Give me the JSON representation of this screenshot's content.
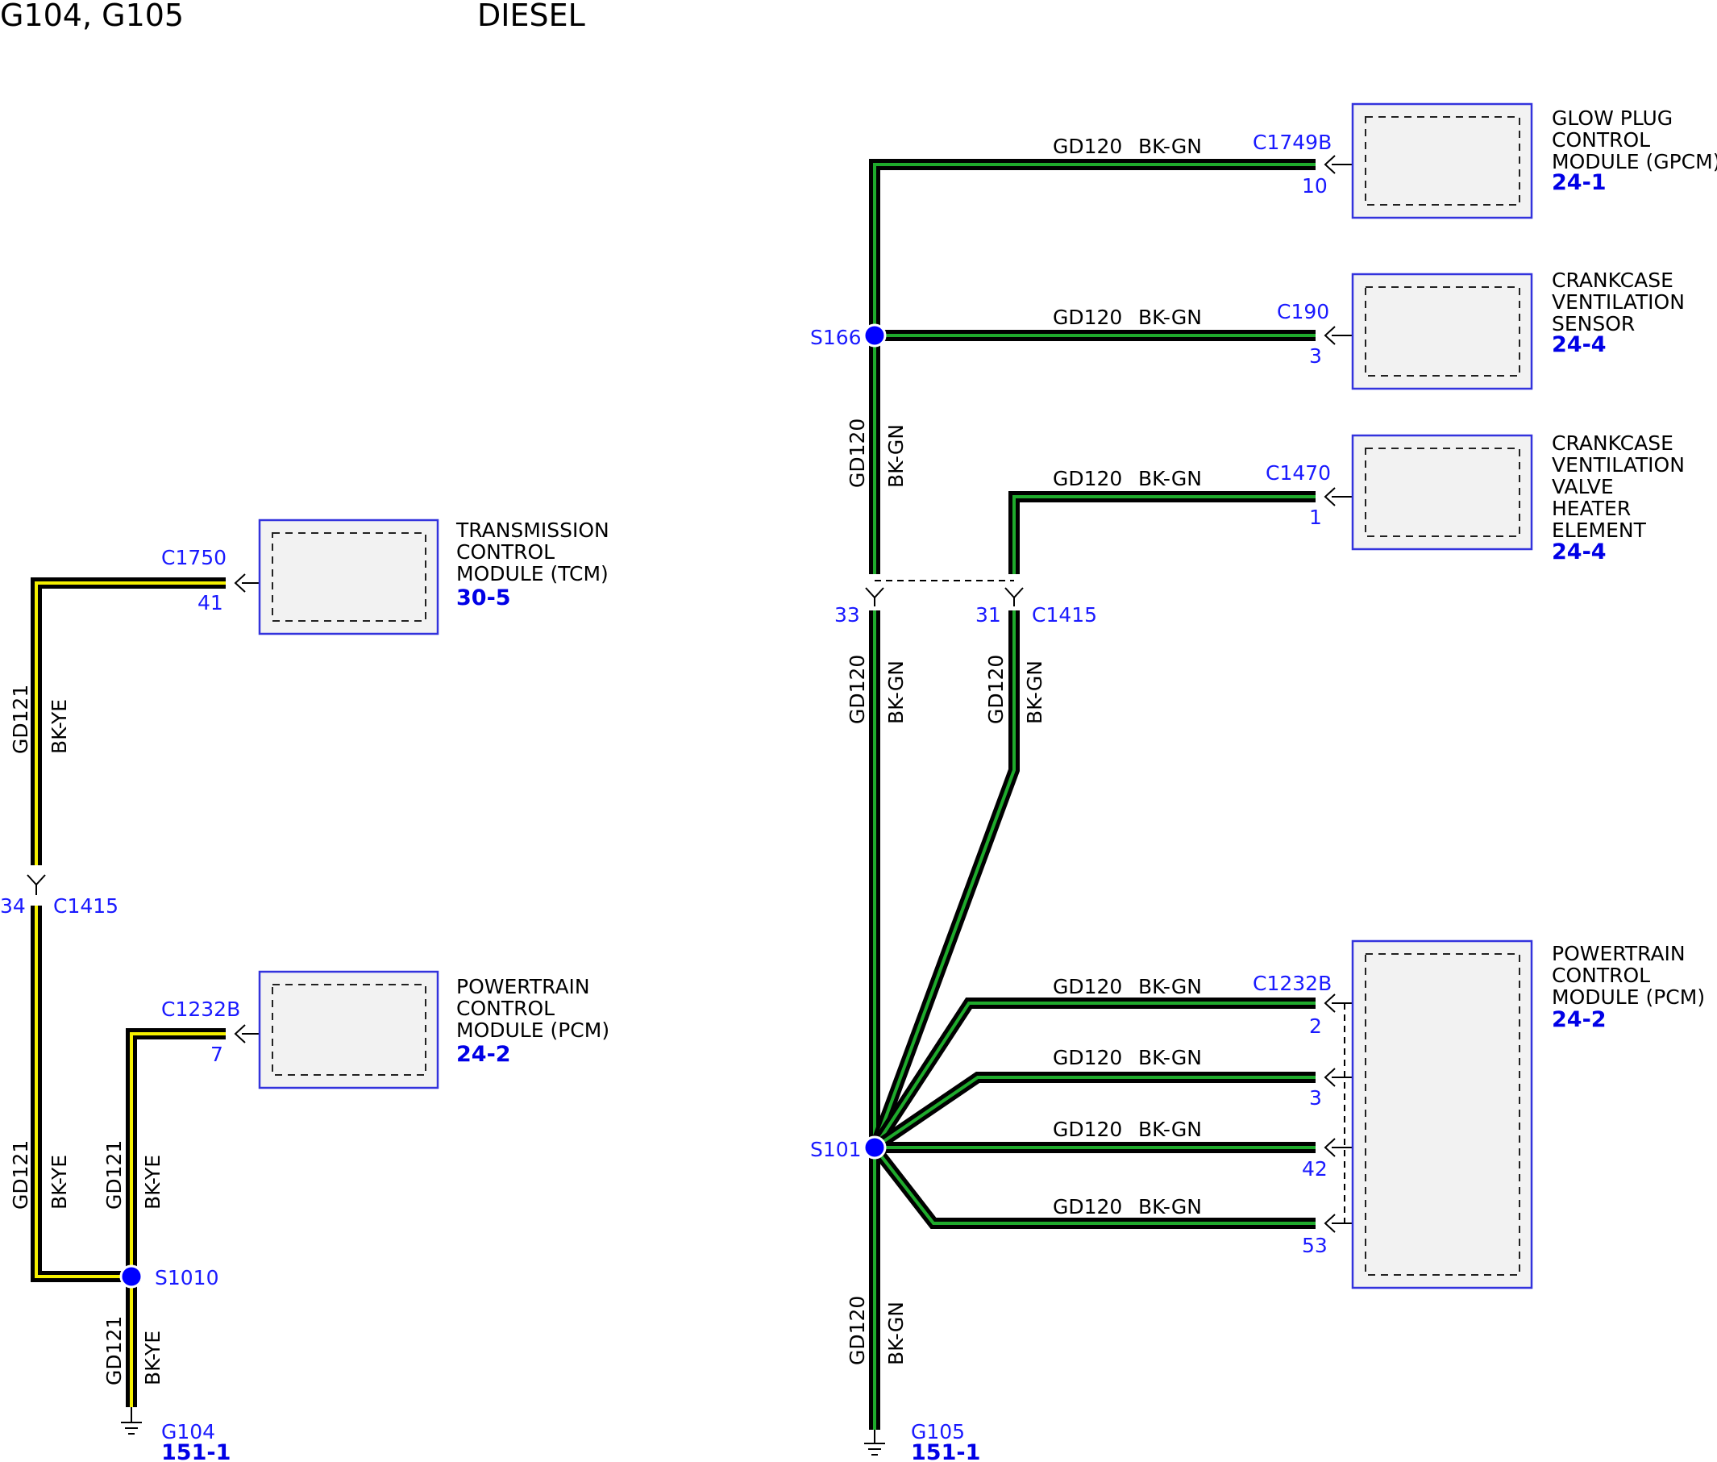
{
  "header": {
    "title": "G104, G105",
    "subtitle": "DIESEL"
  },
  "left": {
    "tcm": {
      "name_lines": [
        "TRANSMISSION",
        "CONTROL",
        "MODULE (TCM)"
      ],
      "ref": "30-5",
      "connector": "C1750",
      "pin": "41"
    },
    "pcm": {
      "name_lines": [
        "POWERTRAIN",
        "CONTROL",
        "MODULE (PCM)"
      ],
      "ref": "24-2",
      "connector": "C1232B",
      "pin": "7"
    },
    "inline": {
      "connector": "C1415",
      "pin": "34"
    },
    "wire": {
      "circuit": "GD121",
      "color": "BK-YE"
    },
    "splice": "S1010",
    "ground": {
      "name": "G104",
      "ref": "151-1"
    }
  },
  "right": {
    "gpcm": {
      "name_lines": [
        "GLOW PLUG",
        "CONTROL",
        "MODULE (GPCM)"
      ],
      "ref": "24-1",
      "connector": "C1749B",
      "pin": "10"
    },
    "ccvs": {
      "name_lines": [
        "CRANKCASE",
        "VENTILATION",
        "SENSOR"
      ],
      "ref": "24-4",
      "connector": "C190",
      "pin": "3"
    },
    "ccvh": {
      "name_lines": [
        "CRANKCASE",
        "VENTILATION",
        "VALVE",
        "HEATER",
        "ELEMENT"
      ],
      "ref": "24-4",
      "connector": "C1470",
      "pin": "1"
    },
    "pcm": {
      "name_lines": [
        "POWERTRAIN",
        "CONTROL",
        "MODULE (PCM)"
      ],
      "ref": "24-2",
      "connector": "C1232B",
      "pins": [
        "2",
        "3",
        "42",
        "53"
      ]
    },
    "inline": {
      "connector": "C1415",
      "pin_a": "33",
      "pin_b": "31"
    },
    "wire": {
      "circuit": "GD120",
      "color": "BK-GN"
    },
    "splice_top": "S166",
    "splice_bottom": "S101",
    "ground": {
      "name": "G105",
      "ref": "151-1"
    }
  },
  "colors": {
    "wire_outline": "#000000",
    "bk_ye_stripe": "#f5f000",
    "bk_gn_stripe": "#1faa2c",
    "label_blue": "#1a1aff",
    "splice": "#0000ff"
  }
}
